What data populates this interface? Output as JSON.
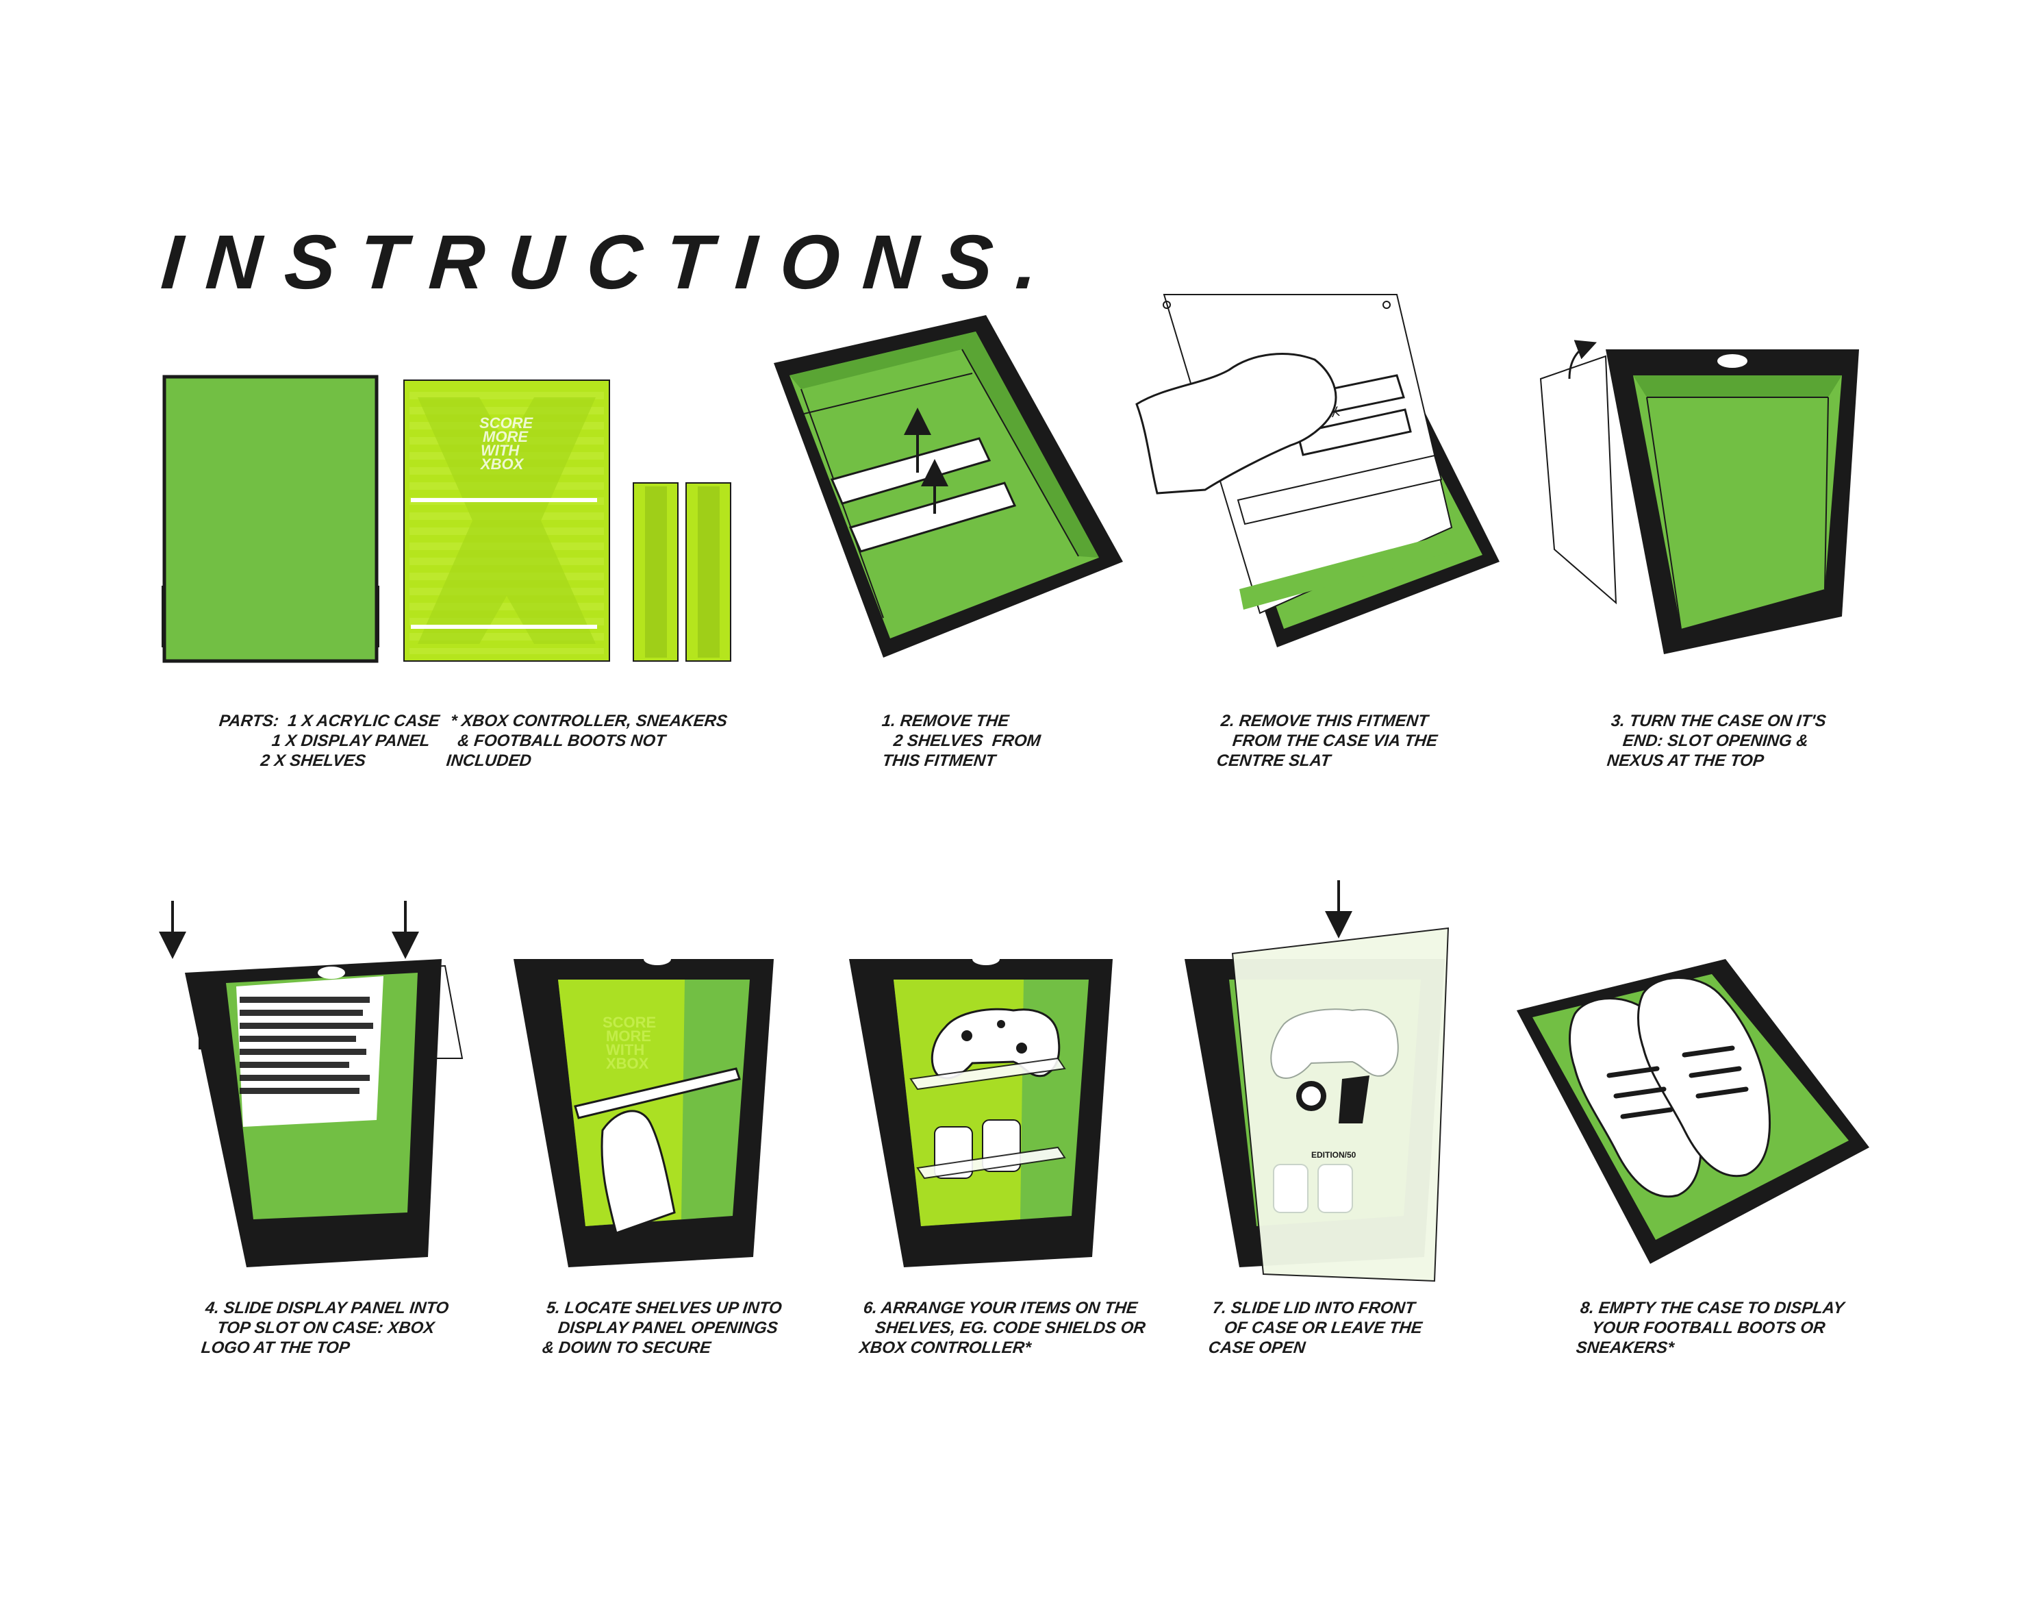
{
  "title": "INSTRUCTIONS.",
  "colors": {
    "green": "#72bf44",
    "lime": "#b5e51d",
    "dark": "#1a1a1a",
    "white": "#ffffff"
  },
  "panel_text": [
    "SCORE",
    "MORE",
    "WITH",
    "XBOX"
  ],
  "labels": {
    "xbox": "XBOX",
    "edition": "EDITION/50"
  },
  "captions": {
    "parts": [
      "PARTS:  1 X ACRYLIC CASE",
      "            1 X DISPLAY PANEL",
      "          2 X SHELVES"
    ],
    "not_included": [
      "* XBOX CONTROLLER, SNEAKERS",
      "  & FOOTBALL BOOTS NOT",
      "INCLUDED"
    ],
    "step1": [
      "1. REMOVE THE",
      "   2 SHELVES  FROM",
      " THIS FITMENT"
    ],
    "step2": [
      "2. REMOVE THIS FITMENT",
      "   FROM THE CASE VIA THE",
      "CENTRE SLAT"
    ],
    "step3": [
      "3. TURN THE CASE ON IT'S",
      "   END: SLOT OPENING &",
      "NEXUS AT THE TOP"
    ],
    "step4": [
      "4. SLIDE DISPLAY PANEL INTO",
      "   TOP SLOT ON CASE: XBOX",
      "LOGO AT THE TOP"
    ],
    "step5": [
      "5. LOCATE SHELVES UP INTO",
      "   DISPLAY PANEL OPENINGS",
      "& DOWN TO SECURE"
    ],
    "step6": [
      "6. ARRANGE YOUR ITEMS ON THE",
      "   SHELVES, EG. CODE SHIELDS OR",
      "XBOX CONTROLLER*"
    ],
    "step7": [
      "7. SLIDE LID INTO FRONT",
      "   OF CASE OR LEAVE THE",
      "CASE OPEN"
    ],
    "step8": [
      "8. EMPTY THE CASE TO DISPLAY",
      "   YOUR FOOTBALL BOOTS OR",
      "SNEAKERS*"
    ]
  }
}
